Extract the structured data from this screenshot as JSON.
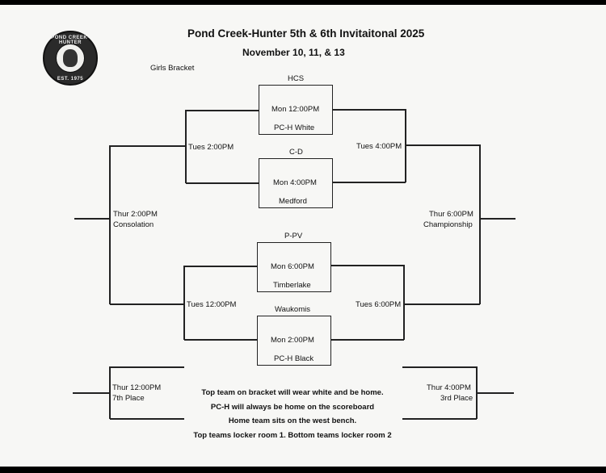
{
  "header": {
    "title": "Pond Creek-Hunter 5th & 6th Invitaitonal 2025",
    "dates": "November 10, 11, & 13",
    "bracket_label": "Girls Bracket"
  },
  "logo": {
    "top_text": "POND CREEK-HUNTER",
    "bottom_text": "EST. 1975"
  },
  "first_round": [
    {
      "top_team": "HCS",
      "time": "Mon 12:00PM",
      "bottom_team": "PC-H White"
    },
    {
      "top_team": "C-D",
      "time": "Mon 4:00PM",
      "bottom_team": "Medford"
    },
    {
      "top_team": "P-PV",
      "time": "Mon 6:00PM",
      "bottom_team": "Timberlake"
    },
    {
      "top_team": "Waukomis",
      "time": "Mon 2:00PM",
      "bottom_team": "PC-H Black"
    }
  ],
  "second_round": {
    "consolation_top": "Tues 2:00PM",
    "consolation_bottom": "Tues 12:00PM",
    "winners_top": "Tues 4:00PM",
    "winners_bottom": "Tues 6:00PM"
  },
  "finals": {
    "consolation_time": "Thur 2:00PM",
    "consolation_label": "Consolation",
    "championship_time": "Thur 6:00PM",
    "championship_label": "Championship",
    "seventh_time": "Thur 12:00PM",
    "seventh_label": "7th Place",
    "third_time": "Thur 4:00PM",
    "third_label": "3rd Place"
  },
  "notes": [
    "Top team on bracket will wear white and be home.",
    "PC-H will always be home on the scoreboard",
    "Home team sits on the west bench.",
    "Top teams locker room 1.  Bottom teams locker room 2"
  ]
}
